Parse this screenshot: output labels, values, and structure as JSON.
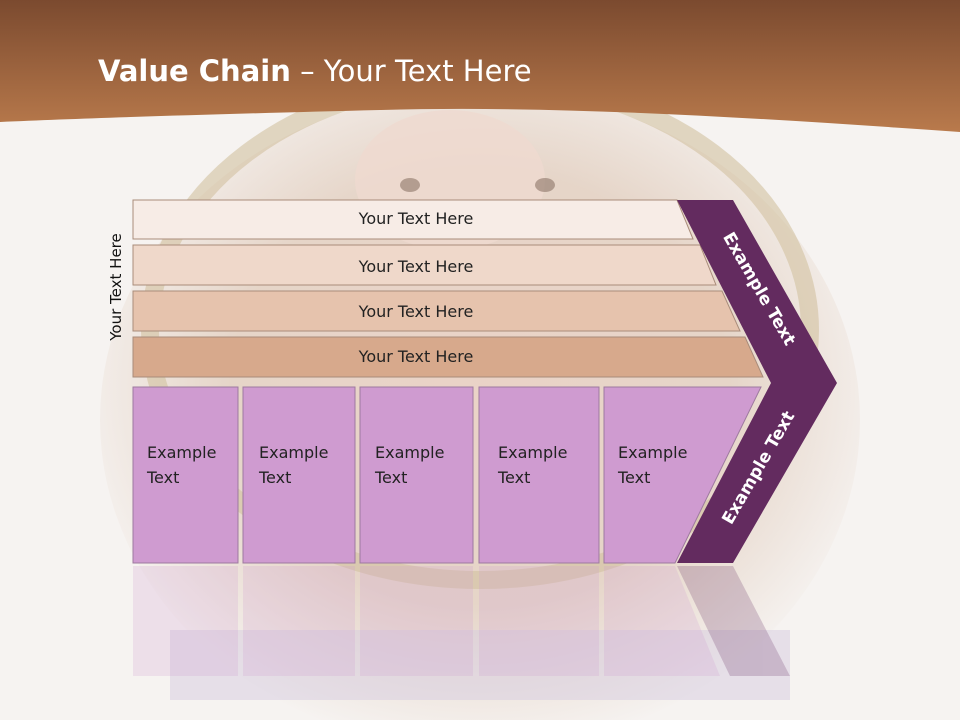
{
  "header": {
    "title_bold": "Value Chain",
    "title_rest": " – Your Text Here"
  },
  "side_label": "Your Text Here",
  "bars": [
    {
      "label": "Your Text Here",
      "color": "#f7ece6"
    },
    {
      "label": "Your Text Here",
      "color": "#efd8ca"
    },
    {
      "label": "Your Text Here",
      "color": "#e6c3ad"
    },
    {
      "label": "Your Text Here",
      "color": "#d7a98c"
    }
  ],
  "cells": [
    {
      "line1": "Example",
      "line2": "Text"
    },
    {
      "line1": "Example",
      "line2": "Text"
    },
    {
      "line1": "Example",
      "line2": "Text"
    },
    {
      "line1": "Example",
      "line2": "Text"
    },
    {
      "line1": "Example",
      "line2": "Text"
    }
  ],
  "chevron": {
    "upper_label": "Example Text",
    "lower_label": "Example Text",
    "color": "#632b5f"
  },
  "colors": {
    "header_brown": "#a86a40",
    "cell_purple": "#cf9bd0"
  }
}
